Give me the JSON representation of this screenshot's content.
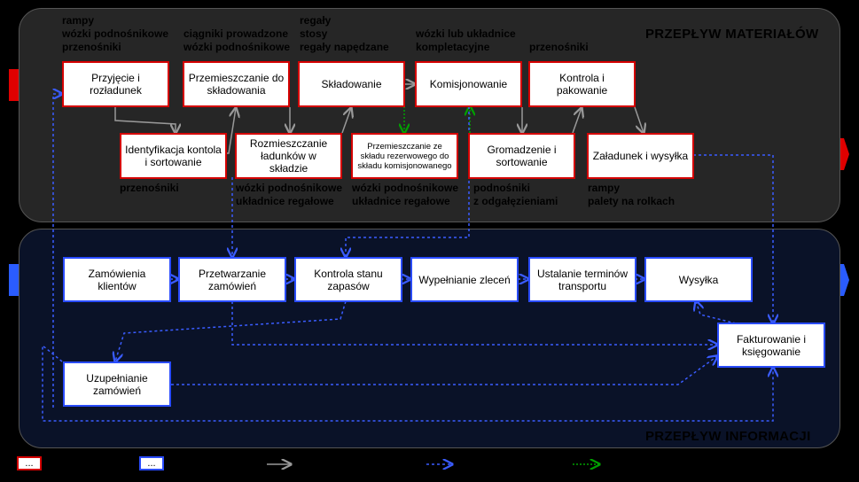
{
  "material_flow": {
    "title": "PRZEPŁYW MATERIAŁÓW",
    "labels": {
      "receiving": "rampy\nwózki podnośnikowe\nprzenośniki",
      "moving": "ciągniki prowadzone\nwózki podnośnikowe",
      "storage": "regały\nstosy\nregały napędzane",
      "picking": "wózki lub układnice\nkompletacyjne",
      "control": "przenośniki",
      "identification": "przenośniki",
      "placement": "wózki podnośnikowe\nukładnice regałowe",
      "transfer": "wózki podnośnikowe\nukładnice regałowe",
      "sorting": "podnośniki\nz odgałęzieniami",
      "loading": "rampy\npalety na rolkach"
    },
    "boxes": {
      "receiving": "Przyjęcie i rozładunek",
      "moving": "Przemieszczanie do składowania",
      "storage": "Składowanie",
      "picking": "Komisjonowanie",
      "control": "Kontrola i pakowanie",
      "identification": "Identyfikacja kontola i sortowanie",
      "placement": "Rozmieszczanie ładunków w składzie",
      "transfer": "Przemieszczanie ze składu rezerwowego do składu komisjonowanego",
      "sorting": "Gromadzenie i sortowanie",
      "loading": "Załadunek i wysyłka"
    }
  },
  "information_flow": {
    "title": "PRZEPŁYW INFORMACJI",
    "boxes": {
      "orders": "Zamówienia klientów",
      "processing": "Przetwarzanie zamówień",
      "stock": "Kontrola stanu zapasów",
      "fulfill": "Wypełnianie zleceń",
      "schedule": "Ustalanie terminów transportu",
      "shipping": "Wysyłka",
      "invoicing": "Fakturowanie i księgowanie",
      "replenish": "Uzupełnianie zamówień"
    }
  },
  "legend": {
    "red_box": "...",
    "blue_box": "..."
  },
  "colors": {
    "material_border": "#d40000",
    "info_border": "#2a4cff",
    "material_arrow": "#999999",
    "info_arrow": "#3a5cff",
    "green_arrow": "#00a000"
  }
}
